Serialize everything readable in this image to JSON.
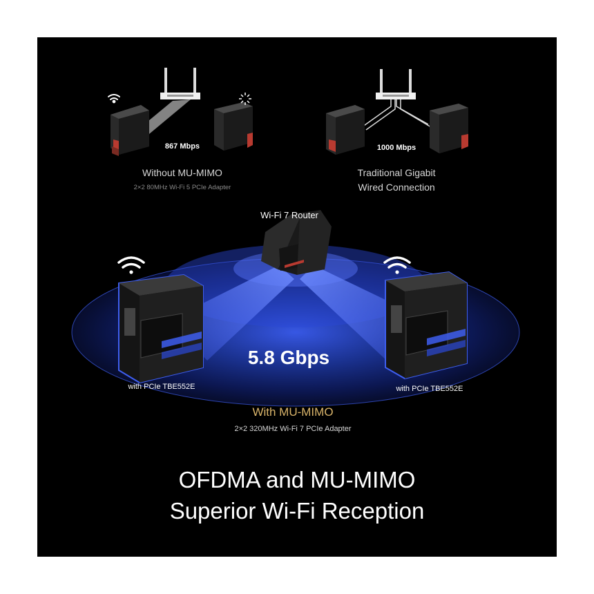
{
  "top_left": {
    "speed": "867 Mbps",
    "title": "Without MU-MIMO",
    "subtitle": "2×2 80MHz Wi-Fi 5 PCIe Adapter"
  },
  "top_right": {
    "speed": "1000 Mbps",
    "title_line1": "Traditional Gigabit",
    "title_line2": "Wired Connection"
  },
  "center": {
    "router_label": "Wi-Fi 7 Router",
    "speed": "5.8 Gbps",
    "left_pc_label": "with PCIe TBE552E",
    "right_pc_label": "with PCIe TBE552E",
    "mimo_title": "With MU-MIMO",
    "mimo_subtitle": "2×2 320MHz Wi-Fi 7 PCIe Adapter"
  },
  "headline": {
    "line1": "OFDMA and MU-MIMO",
    "line2": "Superior Wi-Fi Reception"
  },
  "icons": [
    "wifi-icon",
    "loading-icon",
    "router-icon",
    "pc-case-icon"
  ],
  "colors": {
    "background": "#000000",
    "accent_gold": "#d9b46a",
    "beam_blue": "#2d4fd6",
    "pc_red_accent": "#c0392b"
  }
}
